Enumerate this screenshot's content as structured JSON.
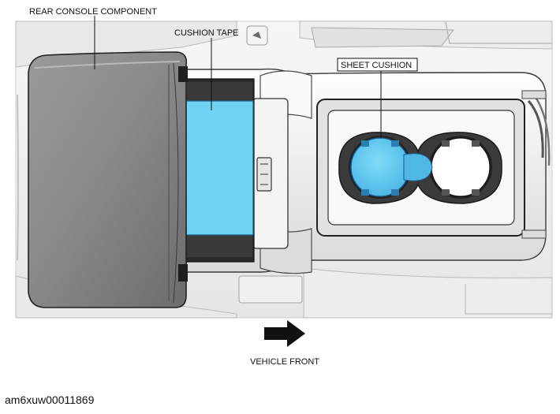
{
  "labels": {
    "rear_console_component": "REAR CONSOLE COMPONENT",
    "cushion_tape": "CUSHION TAPE",
    "sheet_cushion": "SHEET CUSHION",
    "vehicle_front": "VEHICLE FRONT"
  },
  "figure_code": "am6xuw00011869",
  "colors": {
    "highlight": "#6fd5f5",
    "highlight_dark": "#3aa9e0",
    "line": "#222222",
    "panel": "#f2f2f2"
  }
}
